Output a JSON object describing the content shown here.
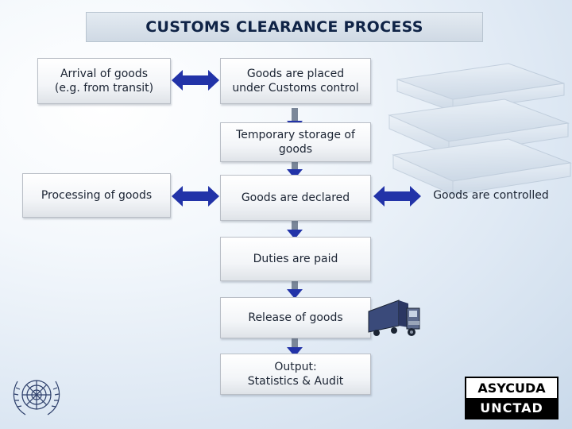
{
  "title": "CUSTOMS CLEARANCE PROCESS",
  "nodes": {
    "arrival": "Arrival of goods\n(e.g. from transit)",
    "placed": "Goods are placed\nunder Customs control",
    "storage": "Temporary storage of\ngoods",
    "processing": "Processing of goods",
    "declared": "Goods are declared",
    "controlled": "Goods are controlled",
    "duties": "Duties are paid",
    "release": "Release of goods",
    "output": "Output:\nStatistics  & Audit"
  },
  "logo": {
    "asycuda": "ASYCUDA",
    "unctad": "UNCTAD"
  },
  "colors": {
    "arrow_blue": "#2233a8",
    "arrow_gray": "#7a8799",
    "title_text": "#0f2346"
  }
}
